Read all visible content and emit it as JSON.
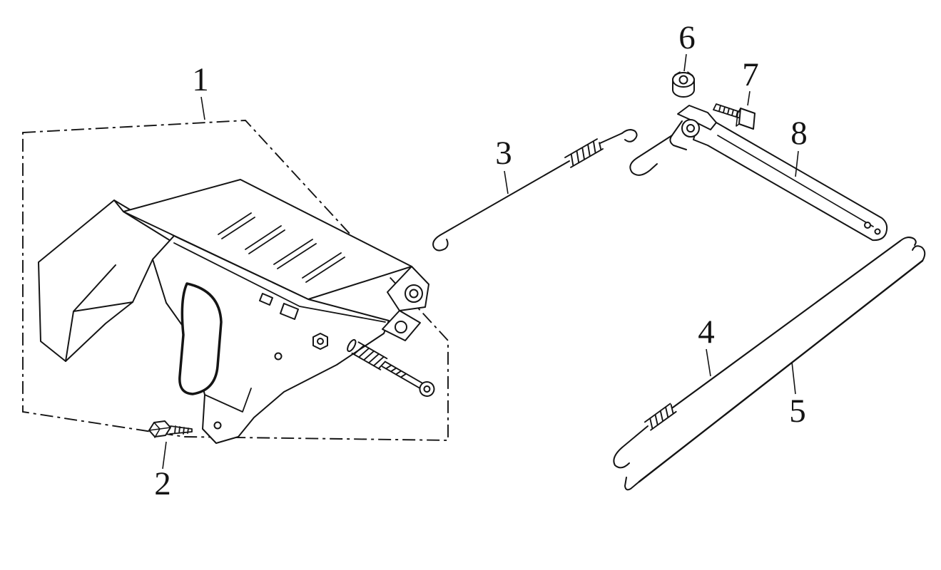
{
  "page": {
    "colors": {
      "background": "#ffffff",
      "ink": "#141414"
    }
  },
  "diagram": {
    "type": "exploded-parts-diagram",
    "parts_count": 8,
    "callouts": [
      {
        "label": "1"
      },
      {
        "label": "2"
      },
      {
        "label": "3"
      },
      {
        "label": "4"
      },
      {
        "label": "5"
      },
      {
        "label": "6"
      },
      {
        "label": "7"
      },
      {
        "label": "8"
      }
    ]
  }
}
